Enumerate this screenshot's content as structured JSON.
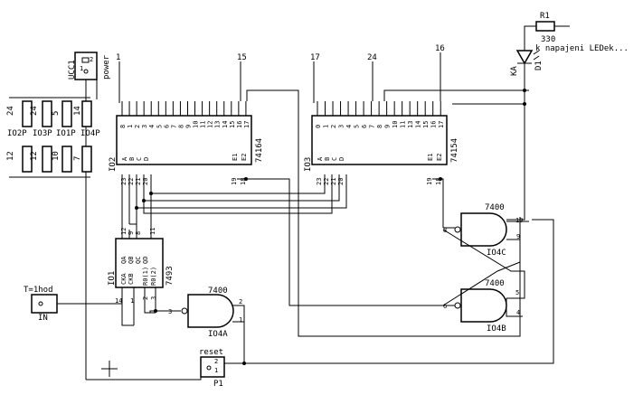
{
  "ic2": {
    "ref": "IO2",
    "part": "74164",
    "top_pins": [
      "8",
      "1",
      "2",
      "3",
      "4",
      "5",
      "6",
      "7",
      "8",
      "9",
      "10",
      "11",
      "12",
      "13",
      "14",
      "15",
      "16",
      "17"
    ],
    "in_pins": [
      "A",
      "B",
      "C",
      "D",
      "E1",
      "E2"
    ],
    "bot_pins": [
      "23",
      "22",
      "21",
      "20",
      "19",
      "18"
    ]
  },
  "ic3": {
    "ref": "IO3",
    "part": "74154",
    "top_pins": [
      "0",
      "1",
      "2",
      "3",
      "4",
      "5",
      "6",
      "7",
      "8",
      "9",
      "10",
      "11",
      "13",
      "14",
      "15",
      "16",
      "17"
    ],
    "in_pins": [
      "A",
      "B",
      "C",
      "D",
      "E1",
      "E2"
    ],
    "bot_pins": [
      "23",
      "22",
      "21",
      "20",
      "19",
      "18"
    ]
  },
  "ic1": {
    "ref": "IO1",
    "part": "7493",
    "pins_left": [
      "CKA",
      "CKB"
    ],
    "pins_right": [
      "QA",
      "QB",
      "QC",
      "QD",
      "R0(1)",
      "R0(2)"
    ],
    "nums_top": [
      "12",
      "9",
      "8",
      "11"
    ],
    "nums_left": [
      "14",
      "1"
    ],
    "nums_bot": [
      "2",
      "3"
    ]
  },
  "gate_a": {
    "name": "7400",
    "ref": "IO4A",
    "pins": [
      "3",
      "2",
      "1"
    ]
  },
  "gate_b": {
    "name": "7400",
    "ref": "IO4B",
    "pins": [
      "6",
      "5",
      "4"
    ]
  },
  "gate_c": {
    "name": "7400",
    "ref": "IO4C",
    "pins": [
      "8",
      "10",
      "9"
    ]
  },
  "vcc": {
    "ref": "UCC1",
    "label": "power",
    "pins": [
      "1",
      "2"
    ]
  },
  "headers": {
    "labels": [
      "IO2P",
      "IO3P",
      "IO1P",
      "IO4P"
    ],
    "top": [
      "24",
      "24",
      "5",
      "14"
    ],
    "bot": [
      "12",
      "12",
      "10",
      "7"
    ]
  },
  "net_labels": {
    "n1": "1",
    "n15": "15",
    "n17": "17",
    "n24": "24",
    "n16": "16"
  },
  "resistor": {
    "ref": "R1",
    "value": "330",
    "note": "k napajeni LEDek..."
  },
  "led": {
    "ref": "D1",
    "pin": "KA"
  },
  "input": {
    "label": "T=1hod",
    "name": "IN"
  },
  "reset": {
    "label": "reset",
    "ref": "P1",
    "pins": [
      "2",
      "1"
    ]
  }
}
